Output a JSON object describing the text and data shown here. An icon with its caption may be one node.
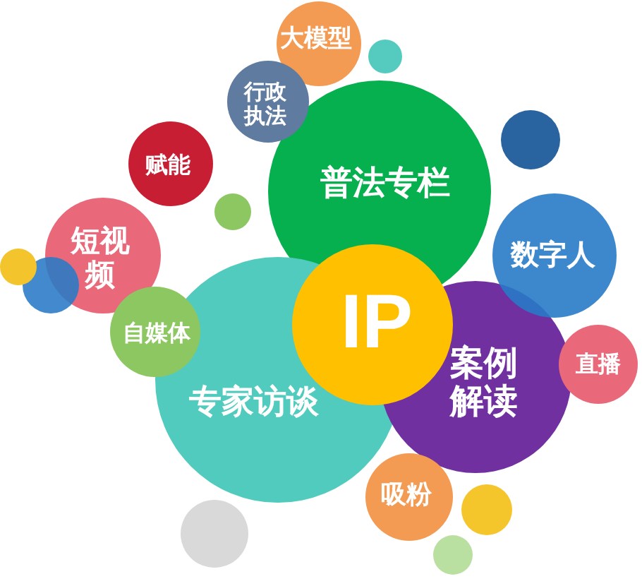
{
  "diagram": {
    "nodes": [
      {
        "text": [
          "大模型"
        ]
      },
      {
        "text": [],
        "shape": "circle"
      },
      {
        "text": [
          "行政执法"
        ]
      },
      {
        "text": [],
        "shape": "circle"
      },
      {
        "text": [
          "赋能"
        ]
      },
      {
        "text": [
          "普法专栏"
        ]
      },
      {
        "text": [],
        "shape": "circle"
      },
      {
        "text": [
          "短视频"
        ]
      },
      {
        "text": [
          "数字人"
        ]
      },
      {
        "text": [],
        "shape": "circle"
      },
      {
        "text": [],
        "shape": "circle"
      },
      {
        "text": [
          "IP"
        ]
      },
      {
        "text": [
          "自媒体"
        ]
      },
      {
        "text": [
          "直播"
        ]
      },
      {
        "text": [
          "案例解读"
        ]
      },
      {
        "text": [
          "专家访谈"
        ]
      },
      {
        "text": [
          "吸粉"
        ]
      },
      {
        "text": [],
        "shape": "circle"
      },
      {
        "text": [],
        "shape": "circle"
      },
      {
        "text": [],
        "shape": "circle"
      }
    ]
  }
}
